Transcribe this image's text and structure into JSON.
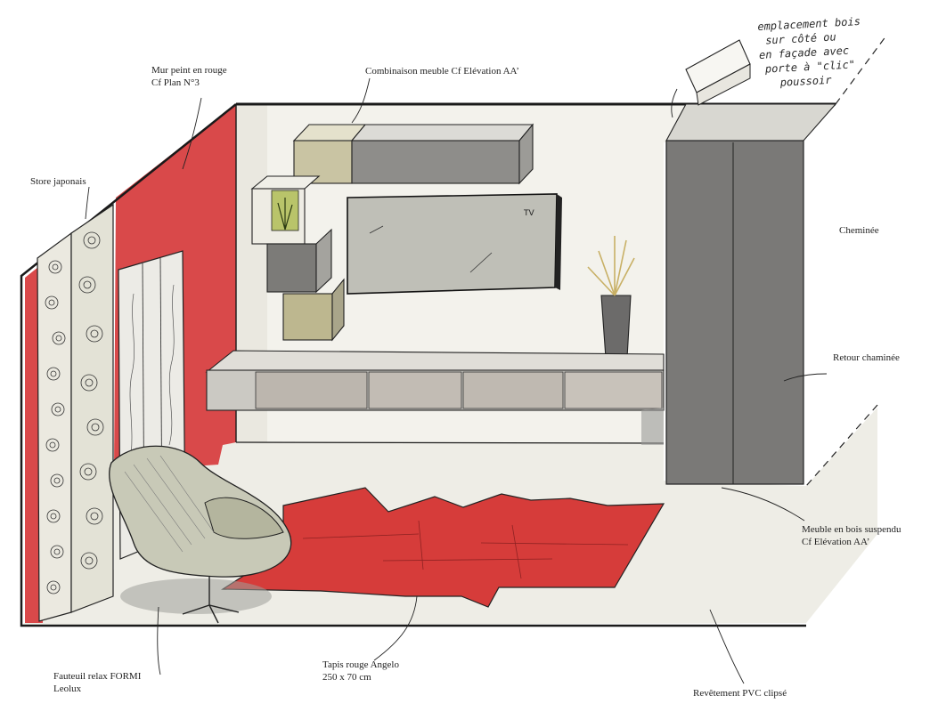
{
  "labels": {
    "mur_line1": "Mur peint en rouge",
    "mur_line2": "Cf Plan N°3",
    "combinaison": "Combinaison meuble Cf Elévation AA’",
    "store": "Store japonais",
    "cheminee": "Cheminée",
    "retour": "Retour chaminée",
    "meuble_line1": "Meuble en bois suspendu",
    "meuble_line2": "Cf Elévation AA’",
    "fauteuil_line1": "Fauteuil relax FORMI",
    "fauteuil_line2": "Leolux",
    "tapis_line1": "Tapis rouge Angelo",
    "tapis_line2": "250 x 70 cm",
    "revetement": "Revêtement PVC clipsé"
  },
  "handnote": {
    "line1": "emplacement bois",
    "line2": "sur côté ou",
    "line3": "en façade avec",
    "line4": "porte à \"clic\"",
    "line5": "poussoir"
  },
  "tv_label": "TV",
  "colors": {
    "red_wall": "#d9494a",
    "red_rug": "#d63c3a",
    "dark_grey": "#707070",
    "light_grey": "#c9c7c0",
    "khaki": "#c9c4a3",
    "ink": "#222222"
  }
}
